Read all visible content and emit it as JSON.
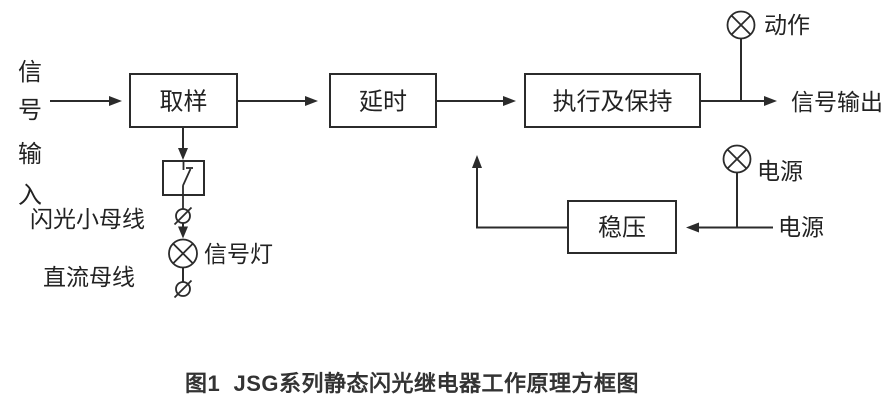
{
  "diagram": {
    "input_chars": [
      "信",
      "号",
      "输",
      "入"
    ],
    "blocks": {
      "sampling": "取样",
      "delay": "延时",
      "execute_hold": "执行及保持",
      "regulator": "稳压"
    },
    "labels": {
      "flash_bus": "闪光小母线",
      "dc_bus": "直流母线",
      "signal_lamp": "信号灯",
      "action": "动作",
      "signal_output": "信号输出",
      "power_lamp": "电源",
      "power_source": "电源"
    },
    "icons": {
      "lamp": "circle-with-x",
      "terminal": "slashed-circle",
      "switch": "contact-switch-in-box",
      "arrowhead": "solid-triangle"
    },
    "colors": {
      "line": "#2b2b2b",
      "text": "#222222",
      "caption": "#333333",
      "background": "#ffffff"
    }
  },
  "caption": "图1  JSG系列静态闪光继电器工作原理方框图"
}
